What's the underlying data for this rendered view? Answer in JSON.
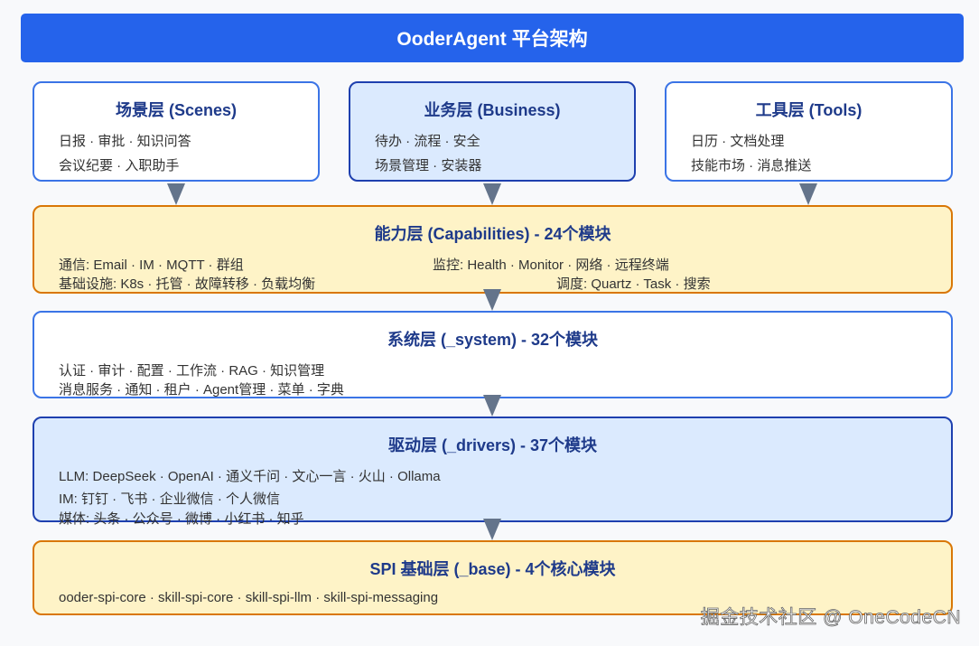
{
  "title": "OoderAgent 平台架构",
  "top_layers": [
    {
      "title": "场景层 (Scenes)",
      "lines": [
        "日报 · 审批 · 知识问答",
        "会议纪要 · 入职助手"
      ]
    },
    {
      "title": "业务层 (Business)",
      "lines": [
        "待办 · 流程 · 安全",
        "场景管理 · 安装器"
      ]
    },
    {
      "title": "工具层 (Tools)",
      "lines": [
        "日历 · 文档处理",
        "技能市场 · 消息推送"
      ]
    }
  ],
  "capabilities": {
    "title": "能力层 (Capabilities) - 24个模块",
    "lines": [
      "通信: Email · IM · MQTT · 群组",
      "监控: Health · Monitor · 网络 · 远程终端",
      "基础设施: K8s · 托管 · 故障转移 · 负载均衡",
      "调度: Quartz · Task · 搜索"
    ]
  },
  "system": {
    "title": "系统层 (_system) - 32个模块",
    "lines": [
      "认证 · 审计 · 配置 · 工作流 · RAG · 知识管理",
      "消息服务 · 通知 · 租户 · Agent管理 · 菜单 · 字典"
    ]
  },
  "drivers": {
    "title": "驱动层 (_drivers) - 37个模块",
    "lines": [
      "LLM: DeepSeek · OpenAI · 通义千问 · 文心一言 · 火山 · Ollama",
      "IM: 钉钉 · 飞书 · 企业微信 · 个人微信",
      "媒体: 头条 · 公众号 · 微博 · 小红书 · 知乎"
    ]
  },
  "base": {
    "title": "SPI 基础层 (_base) - 4个核心模块",
    "lines": [
      "ooder-spi-core · skill-spi-core · skill-spi-llm · skill-spi-messaging"
    ]
  },
  "watermark": "掘金技术社区 @ OneCodeCN",
  "colors": {
    "banner": "#2563eb",
    "blue_border": "#3b74e6",
    "dark_blue": "#1e40af",
    "light_blue": "#dbeafe",
    "yellow": "#fef3c7",
    "orange": "#d97706",
    "arrow": "#64748b"
  }
}
